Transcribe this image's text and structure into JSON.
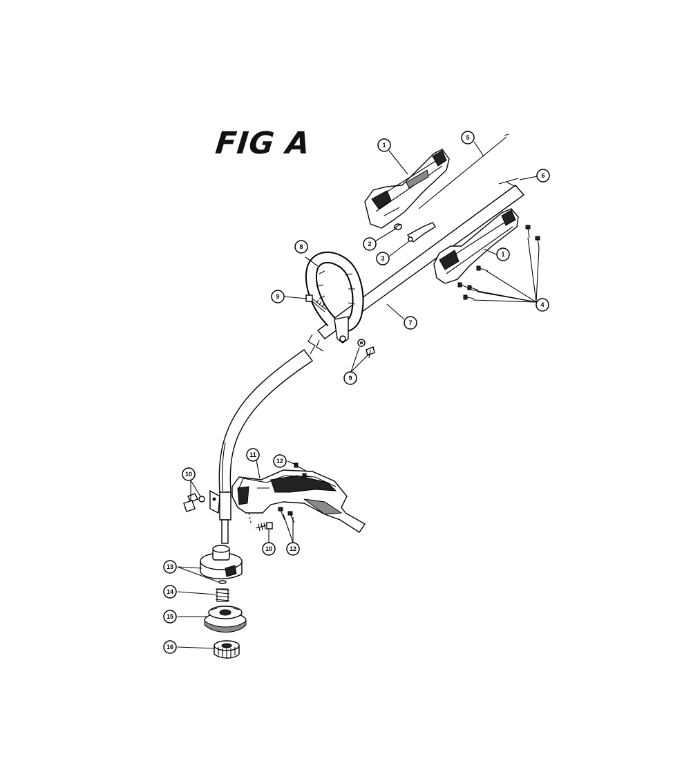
{
  "title": "FIG A",
  "callouts": {
    "c1a": "1",
    "c1b": "1",
    "c2": "2",
    "c3": "3",
    "c4": "4",
    "c5": "5",
    "c6": "6",
    "c7": "7",
    "c8": "8",
    "c9a": "9",
    "c9b": "9",
    "c10a": "10",
    "c10b": "10",
    "c11": "11",
    "c12a": "12",
    "c12b": "12",
    "c13": "13",
    "c14": "14",
    "c15": "15",
    "c16": "16"
  }
}
